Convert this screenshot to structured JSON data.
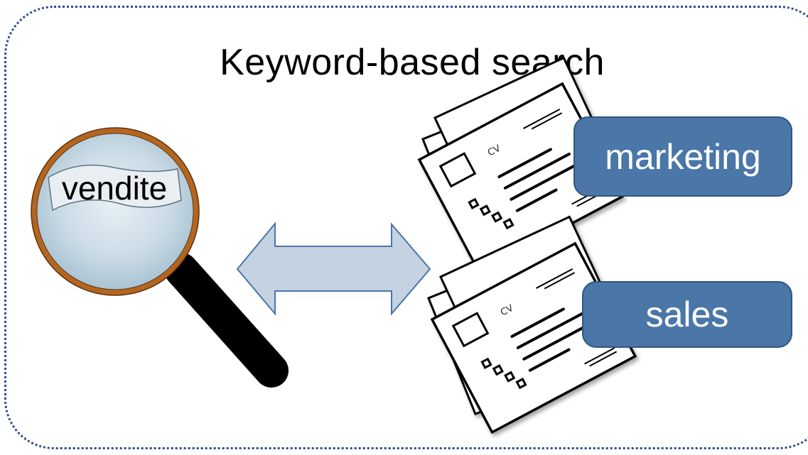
{
  "title": "Keyword-based search",
  "query_term": "vendite",
  "documents": [
    {
      "cv_label": "CV",
      "keyword": "marketing"
    },
    {
      "cv_label": "CV",
      "keyword": "sales"
    }
  ],
  "icons": {
    "lens": "magnifying-glass-icon",
    "arrow": "double-headed-arrow-icon",
    "doc": "cv-document-stack-icon"
  },
  "colors": {
    "frame_border": "#2e4e8f",
    "tag_fill": "#4a76a8",
    "tag_text": "#ffffff",
    "lens_rim": "#b5651d",
    "arrow_fill": "#c5d2e2",
    "arrow_stroke": "#4a76a8"
  }
}
